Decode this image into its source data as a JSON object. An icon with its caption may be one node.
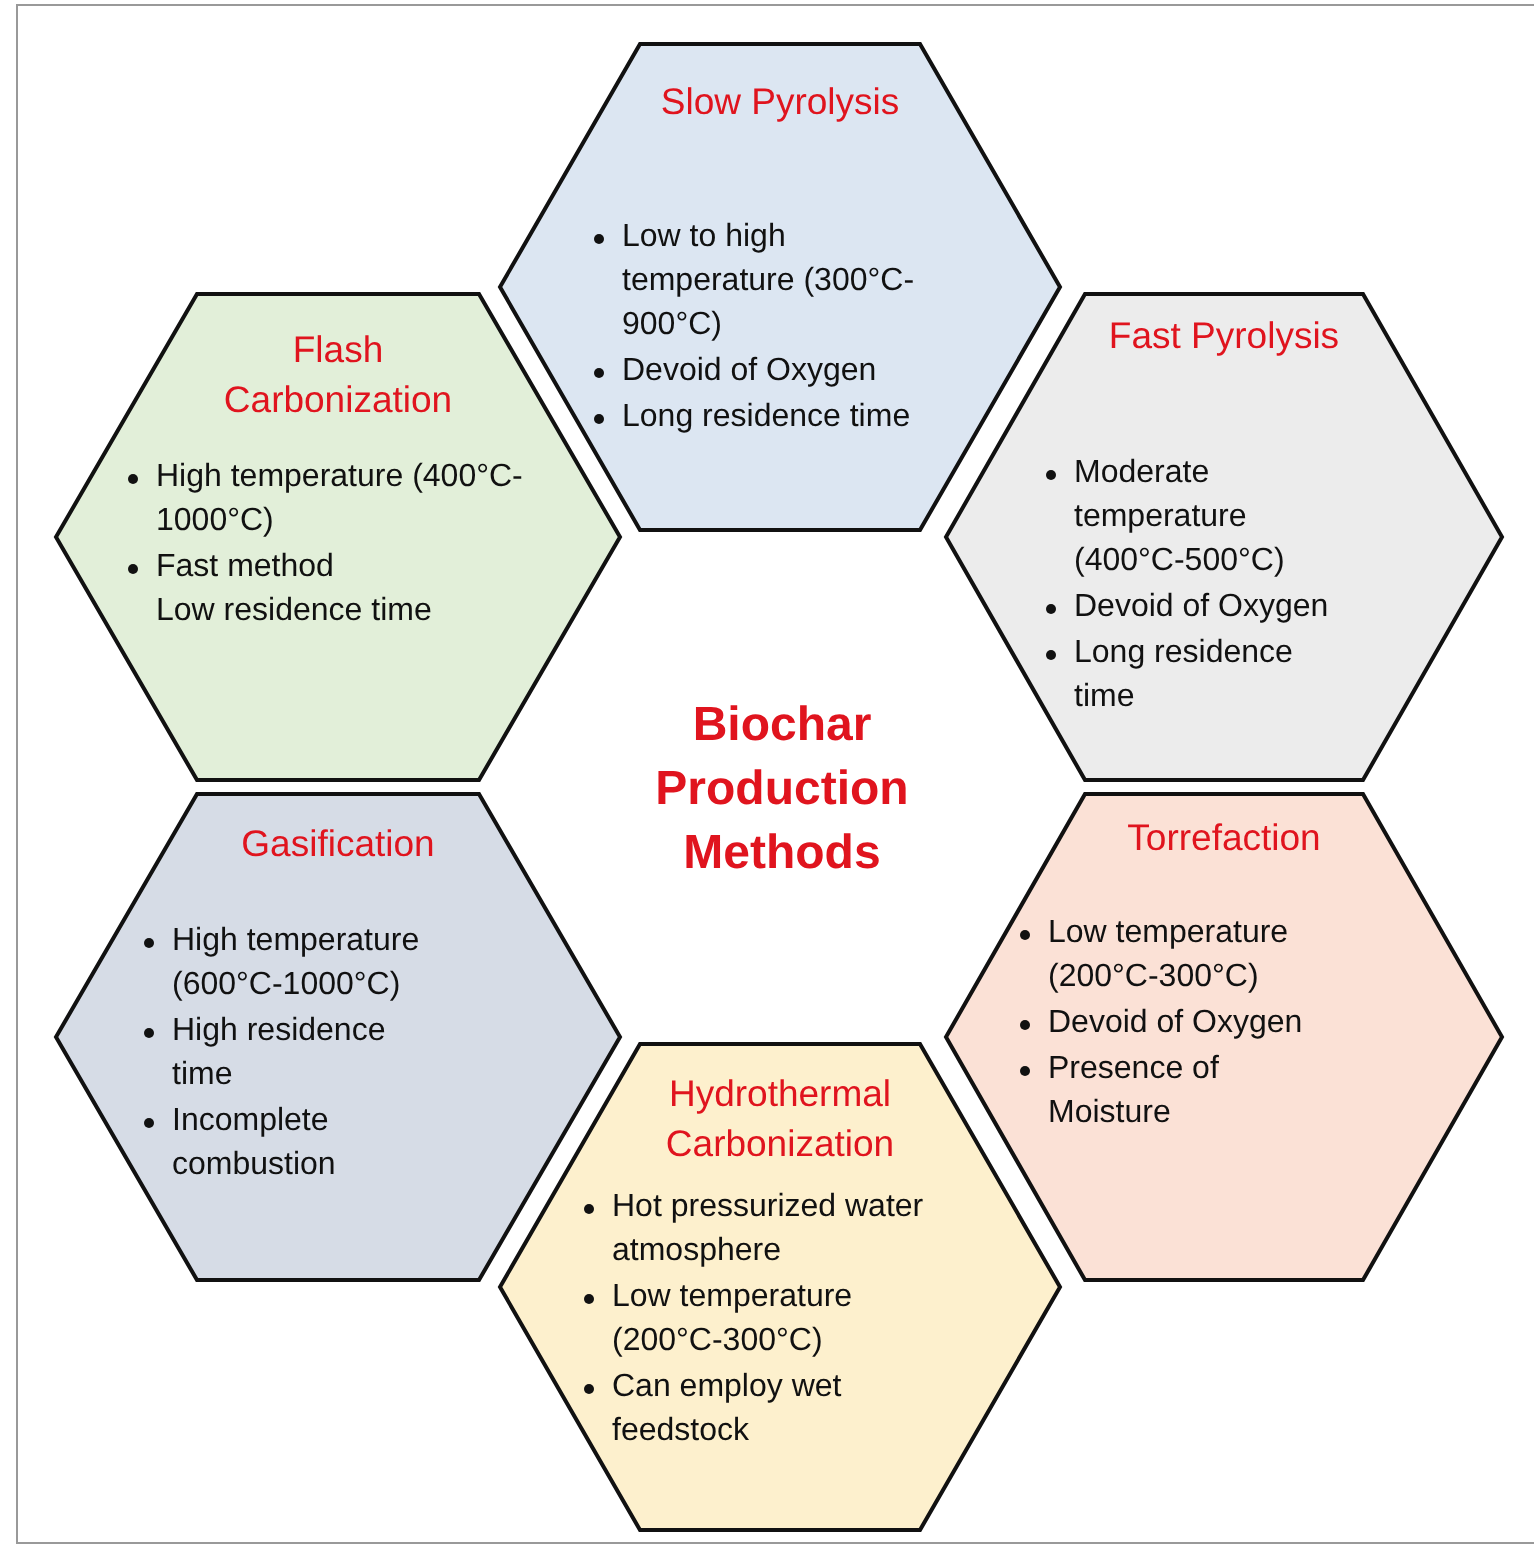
{
  "diagram": {
    "title": "Biochar Production Methods",
    "nodes": [
      {
        "text": [
          "Slow Pyrolysis",
          "Low to high temperature (300°C-900°C)",
          "Devoid of Oxygen",
          "Long residence time"
        ]
      },
      {
        "text": [
          "Fast Pyrolysis",
          "Moderate temperature (400°C-500°C)",
          "Devoid of Oxygen",
          "Long residence time"
        ]
      },
      {
        "text": [
          "Flash Carbonization",
          "High temperature (400°C-1000°C)",
          "Fast method",
          "Low residence time"
        ]
      },
      {
        "text": [
          "Torrefaction",
          "Low temperature (200°C-300°C)",
          "Devoid of Oxygen",
          "Presence of Moisture"
        ]
      },
      {
        "text": [
          "Gasification",
          "High temperature (600°C-1000°C)",
          "High residence time",
          "Incomplete combustion"
        ]
      },
      {
        "text": [
          "Hydrothermal Carbonization",
          "Hot pressurized water atmosphere",
          "Low temperature (200°C-300°C)",
          "Can employ wet feedstock"
        ]
      }
    ]
  }
}
